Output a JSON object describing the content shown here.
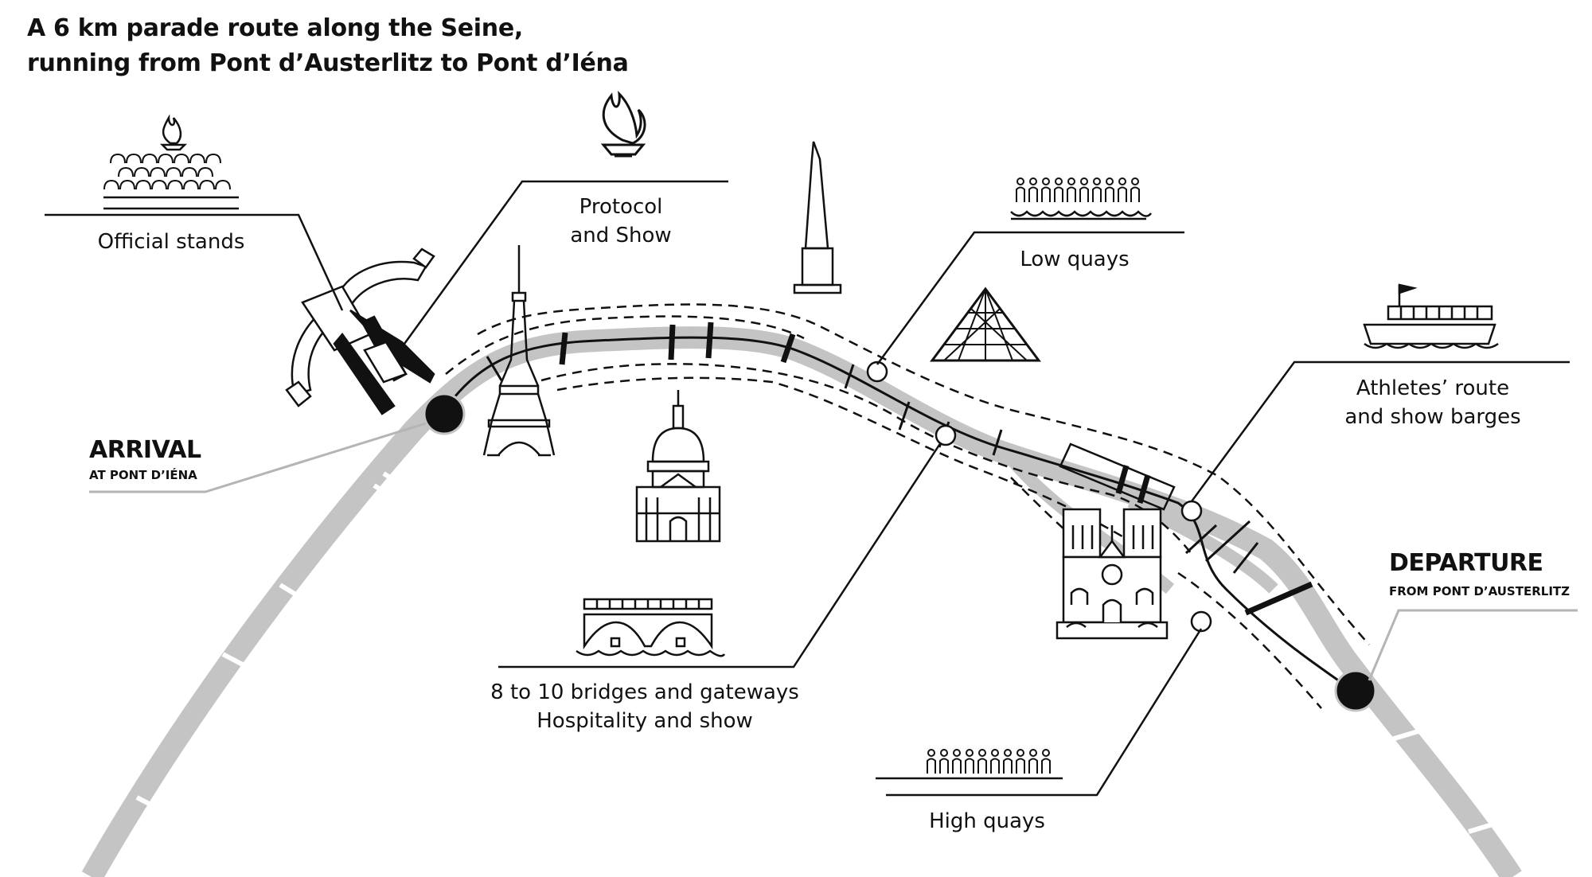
{
  "title": {
    "line1": "A 6 km parade route along the Seine,",
    "line2": "running from Pont d’Austerlitz to Pont d’Iéna"
  },
  "labels": {
    "official_stands": "Official stands",
    "protocol_show": [
      "Protocol",
      "and Show"
    ],
    "low_quays": "Low quays",
    "athletes_route": [
      "Athletes’ route",
      "and show barges"
    ],
    "bridges": [
      "8 to 10 bridges and gateways",
      "Hospitality and show"
    ],
    "high_quays": "High quays"
  },
  "endpoints": {
    "arrival": {
      "title": "ARRIVAL",
      "subtitle": "AT PONT D’IÉNA"
    },
    "departure": {
      "title": "DEPARTURE",
      "subtitle": "FROM PONT D’AUSTERLITZ"
    }
  },
  "icons": [
    "official-stands-icon",
    "olympic-flame-icon",
    "obelisk-icon",
    "low-quays-crowd-icon",
    "louvre-pyramid-icon",
    "show-barge-icon",
    "eiffel-tower-icon",
    "invalides-dome-icon",
    "bridge-icon",
    "notre-dame-icon",
    "high-quays-crowd-icon",
    "trocadero-icon"
  ],
  "colors": {
    "river": "#c4c4c4",
    "ink": "#111111",
    "leader_gray": "#b5b5b5"
  }
}
